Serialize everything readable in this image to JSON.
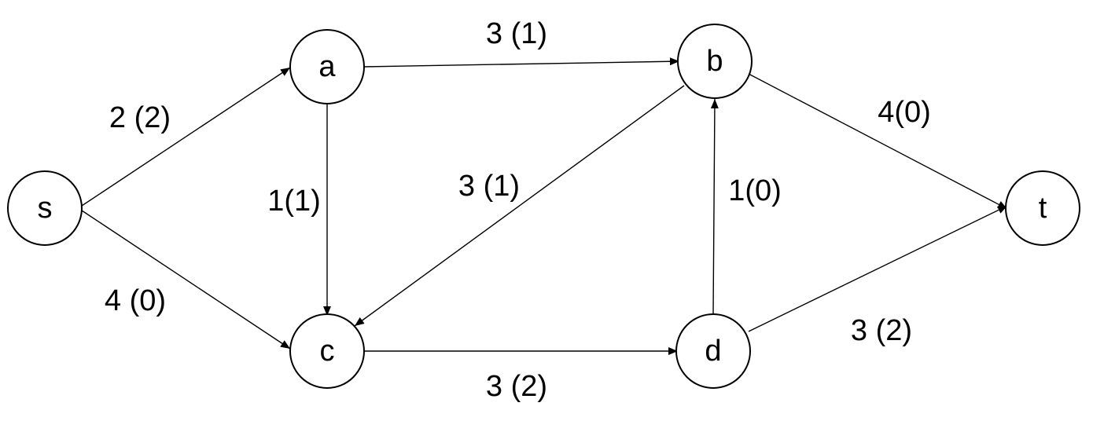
{
  "graph": {
    "nodes": [
      {
        "id": "s",
        "label": "s"
      },
      {
        "id": "a",
        "label": "a"
      },
      {
        "id": "b",
        "label": "b"
      },
      {
        "id": "c",
        "label": "c"
      },
      {
        "id": "d",
        "label": "d"
      },
      {
        "id": "t",
        "label": "t"
      }
    ],
    "edges": [
      {
        "from": "s",
        "to": "a",
        "label": "2 (2)"
      },
      {
        "from": "s",
        "to": "c",
        "label": "4 (0)"
      },
      {
        "from": "a",
        "to": "b",
        "label": "3 (1)"
      },
      {
        "from": "a",
        "to": "c",
        "label": "1(1)"
      },
      {
        "from": "b",
        "to": "c",
        "label": "3 (1)"
      },
      {
        "from": "b",
        "to": "t",
        "label": "4(0)"
      },
      {
        "from": "c",
        "to": "d",
        "label": "3 (2)"
      },
      {
        "from": "d",
        "to": "b",
        "label": "1(0)"
      },
      {
        "from": "d",
        "to": "t",
        "label": "3 (2)"
      }
    ]
  },
  "colors": {
    "stroke": "#000000",
    "background": "#ffffff"
  }
}
